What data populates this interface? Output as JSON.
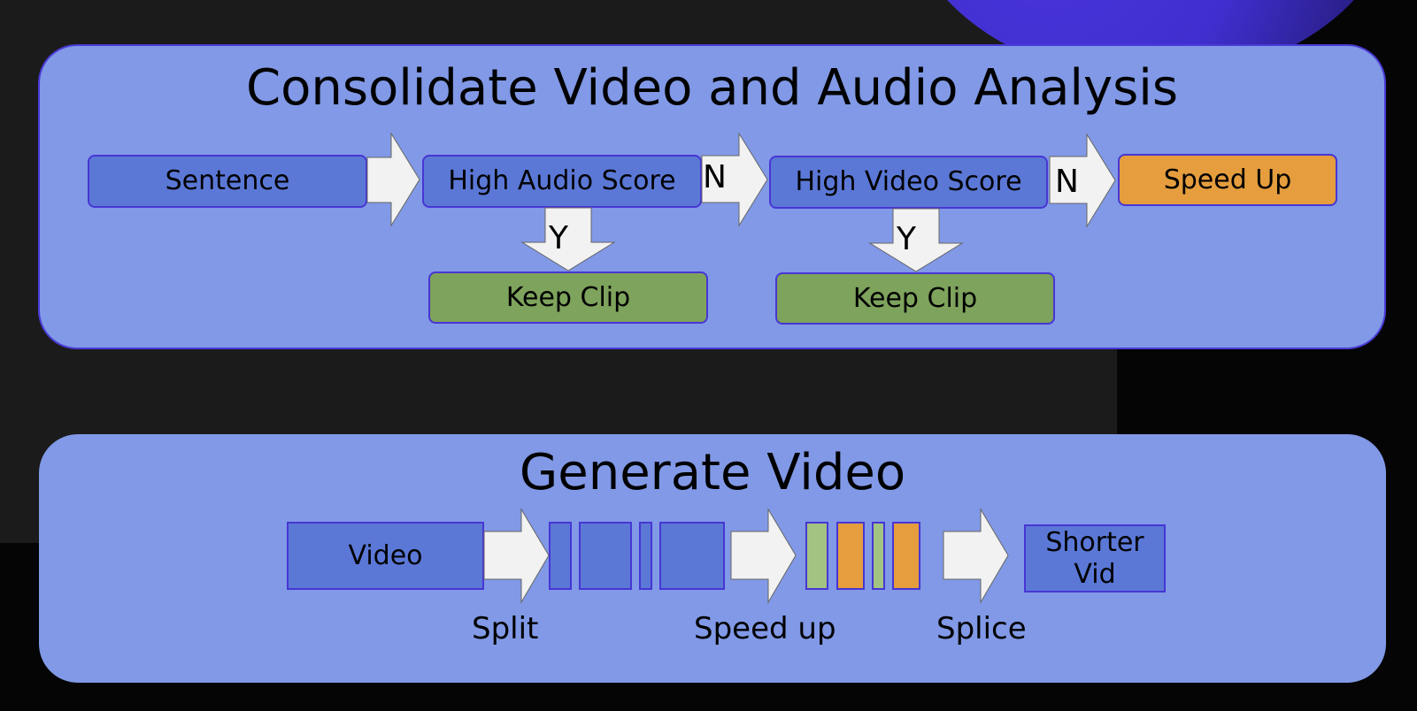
{
  "top_panel": {
    "title": "Consolidate Video and Audio Analysis",
    "sentence": "Sentence",
    "high_audio": "High Audio Score",
    "high_video": "High Video Score",
    "speed_up": "Speed Up",
    "keep_clip_1": "Keep Clip",
    "keep_clip_2": "Keep Clip",
    "no_label_1": "N",
    "no_label_2": "N",
    "yes_label_1": "Y",
    "yes_label_2": "Y"
  },
  "bottom_panel": {
    "title": "Generate Video",
    "video": "Video",
    "shorter_vid": "Shorter Vid",
    "split": "Split",
    "speed_up": "Speed up",
    "splice": "Splice"
  },
  "colors": {
    "panel": "#8199e6",
    "box_blue": "#5b78d6",
    "box_orange": "#e59d3e",
    "box_green": "#7ea35c",
    "segment_light_green": "#a2c382",
    "border": "#4736d4",
    "arrow_fill": "#f2f2f2"
  }
}
